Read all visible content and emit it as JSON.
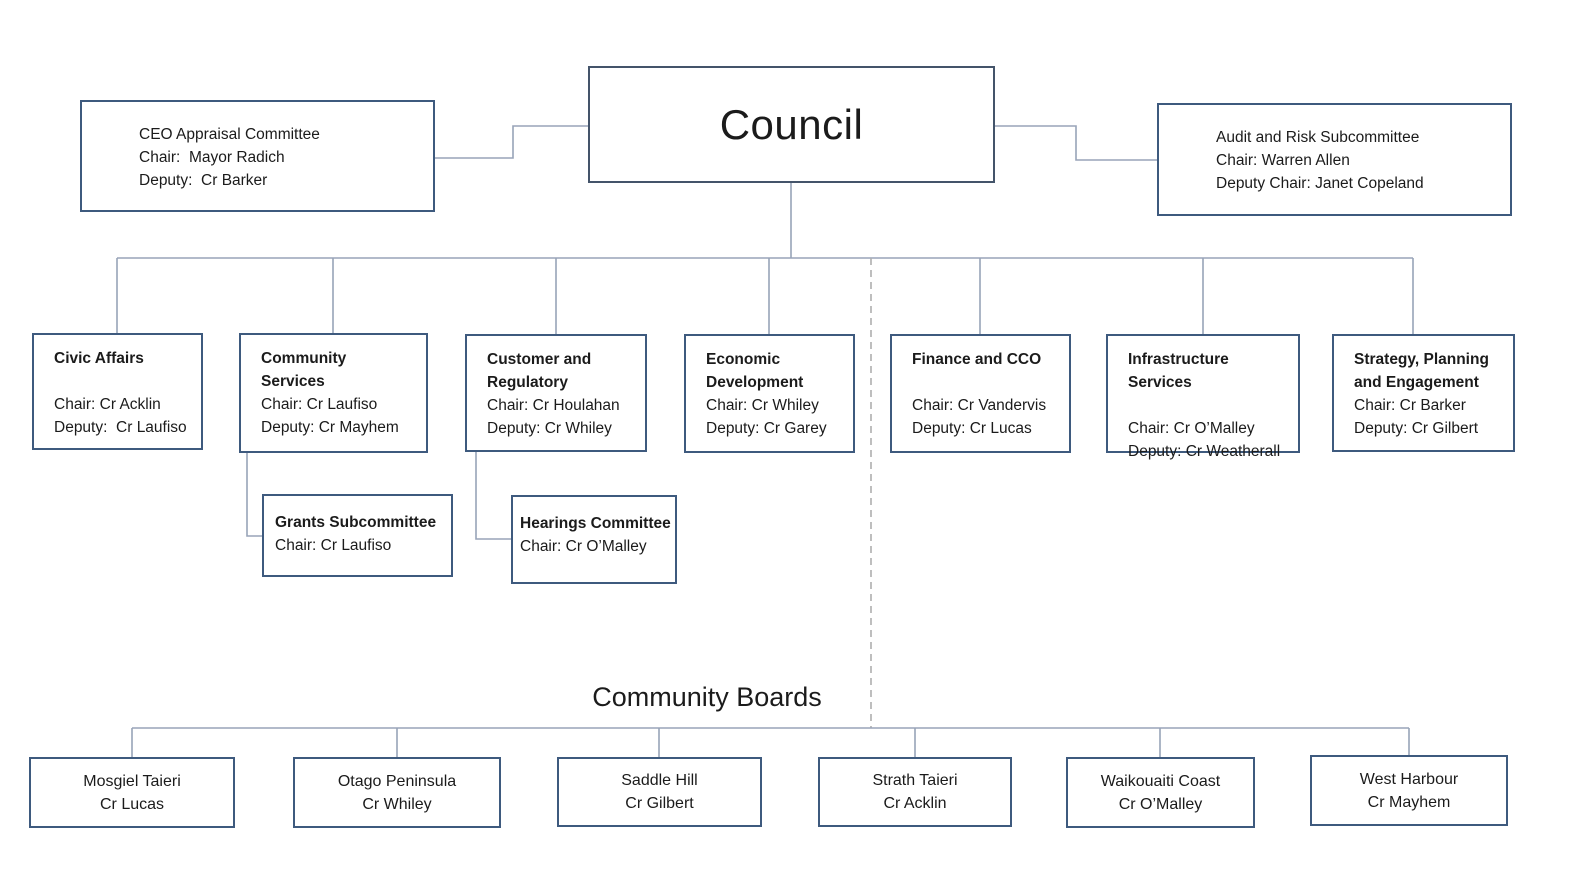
{
  "council": {
    "label": "Council"
  },
  "ceo_appraisal": {
    "lines": [
      "CEO Appraisal Committee",
      "Chair:  Mayor Radich",
      "Deputy:  Cr Barker"
    ]
  },
  "audit_risk": {
    "lines": [
      "Audit and Risk Subcommittee",
      "Chair: Warren Allen",
      "Deputy Chair: Janet Copeland"
    ]
  },
  "committees": [
    {
      "title": "Civic Affairs",
      "chair": "Chair: Cr Acklin",
      "deputy": "Deputy:  Cr Laufiso"
    },
    {
      "title": "Community\nServices",
      "chair": "Chair: Cr Laufiso",
      "deputy": "Deputy: Cr Mayhem"
    },
    {
      "title": "Customer and\nRegulatory",
      "chair": "Chair: Cr Houlahan",
      "deputy": "Deputy: Cr Whiley"
    },
    {
      "title": "Economic\nDevelopment",
      "chair": "Chair: Cr Whiley",
      "deputy": "Deputy: Cr Garey"
    },
    {
      "title": "Finance and CCO",
      "chair": "Chair: Cr Vandervis",
      "deputy": "Deputy: Cr Lucas"
    },
    {
      "title": "Infrastructure Services",
      "chair": "Chair: Cr O’Malley",
      "deputy": "Deputy: Cr Weatherall"
    },
    {
      "title": "Strategy, Planning\nand Engagement",
      "chair": "Chair: Cr Barker",
      "deputy": "Deputy: Cr Gilbert"
    }
  ],
  "subcommittees": [
    {
      "title": "Grants Subcommittee",
      "chair": "Chair: Cr Laufiso"
    },
    {
      "title": "Hearings Committee",
      "chair": "Chair: Cr O’Malley"
    }
  ],
  "community_boards": {
    "heading": "Community Boards",
    "boards": [
      {
        "name": "Mosgiel Taieri",
        "councillor": "Cr Lucas"
      },
      {
        "name": "Otago Peninsula",
        "councillor": "Cr Whiley"
      },
      {
        "name": "Saddle Hill",
        "councillor": "Cr Gilbert"
      },
      {
        "name": "Strath Taieri",
        "councillor": "Cr Acklin"
      },
      {
        "name": "Waikouaiti Coast",
        "councillor": "Cr O’Malley"
      },
      {
        "name": "West Harbour",
        "councillor": "Cr Mayhem"
      }
    ]
  },
  "colors": {
    "box_border": "#3E5A7E",
    "council_border": "#44546A",
    "connector": "#98A4B8",
    "dashed_divider": "#AFAFAF",
    "text": "#1B1B1B"
  }
}
